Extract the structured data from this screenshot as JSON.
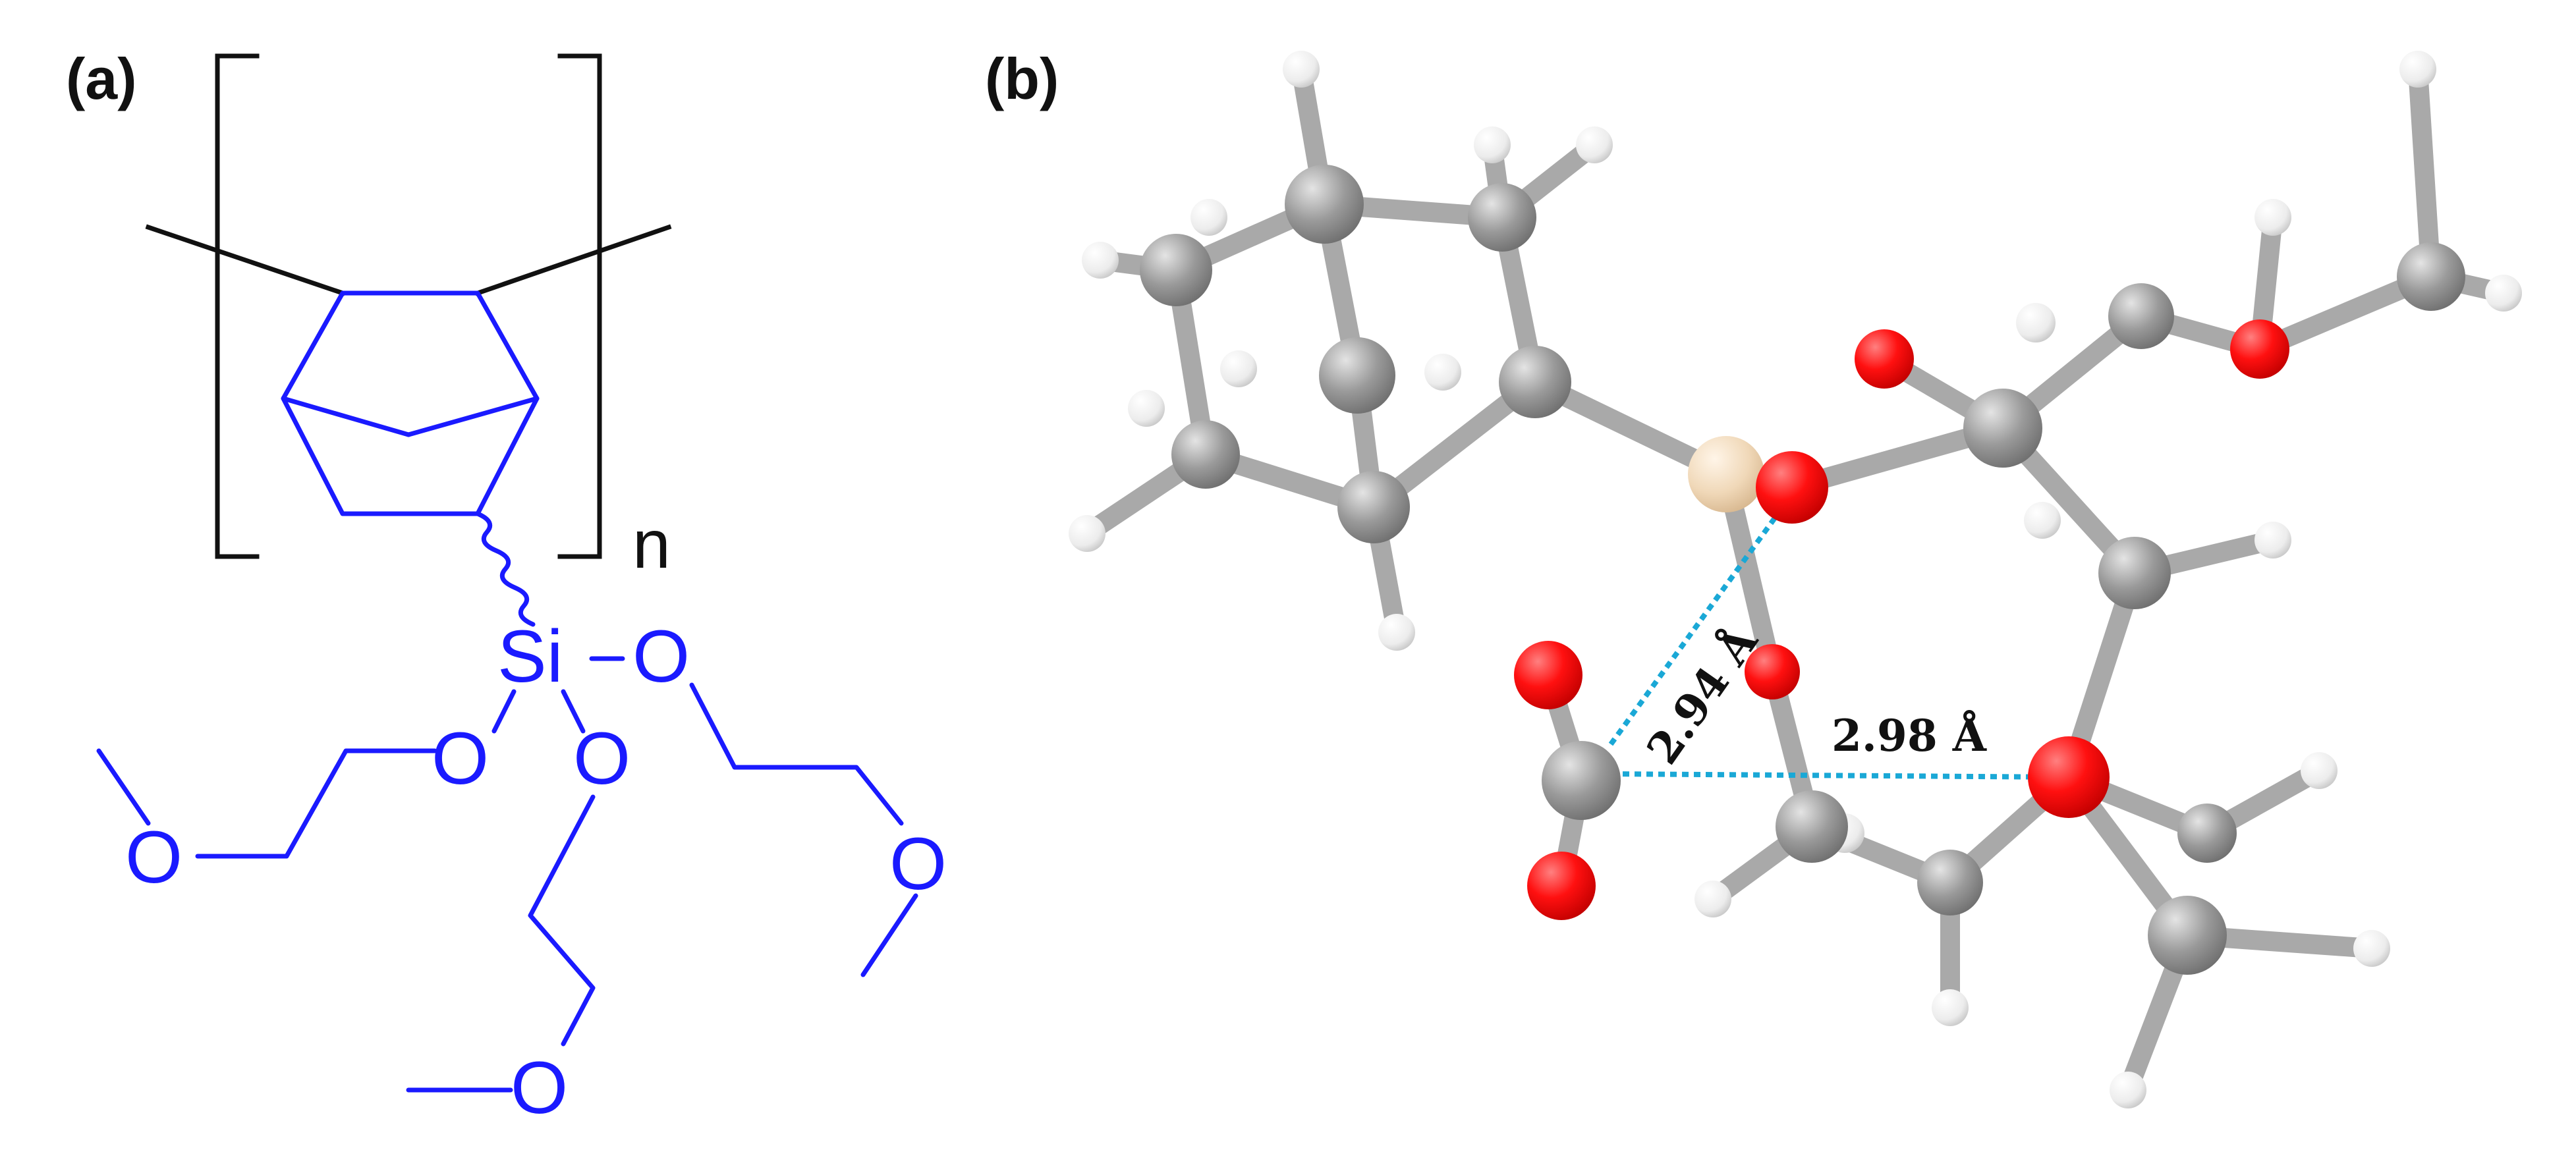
{
  "panel_a": {
    "label": "(a)",
    "repeat_subscript": "n",
    "silicon_label": "Si",
    "oxygen_label": "O"
  },
  "panel_b": {
    "label": "(b)",
    "distance_1": "2.94 Å",
    "distance_2": "2.98 Å"
  },
  "colors": {
    "structure_blue": "#1a1aff",
    "carbon_gray": "#8c8c8c",
    "oxygen_red": "#ff0d0d",
    "hydrogen_white": "#f2f2f2",
    "silicon_beige": "#f0d8b8",
    "hydrogen_bond_cyan": "#1aa8d6"
  }
}
